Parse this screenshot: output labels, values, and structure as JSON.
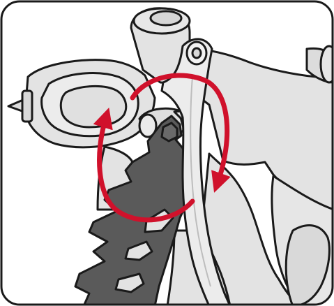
{
  "figure": {
    "frame_color": "#1a1a1a",
    "gun_body_fill": "#e3e3e3",
    "gun_body_shade": "#cfcfcf",
    "outline_color": "#1a1a1a",
    "wrench_fill": "#5a5a5a",
    "arrow_color": "#d0112b",
    "icons": {
      "spray_gun": "spray-gun-illustration",
      "trigger": "trigger-lever",
      "wrench": "multi-tool-wrench",
      "rotation_arrow_top": "rotation-arrow-clockwise",
      "rotation_arrow_bottom": "rotation-arrow-counterclockwise"
    }
  }
}
